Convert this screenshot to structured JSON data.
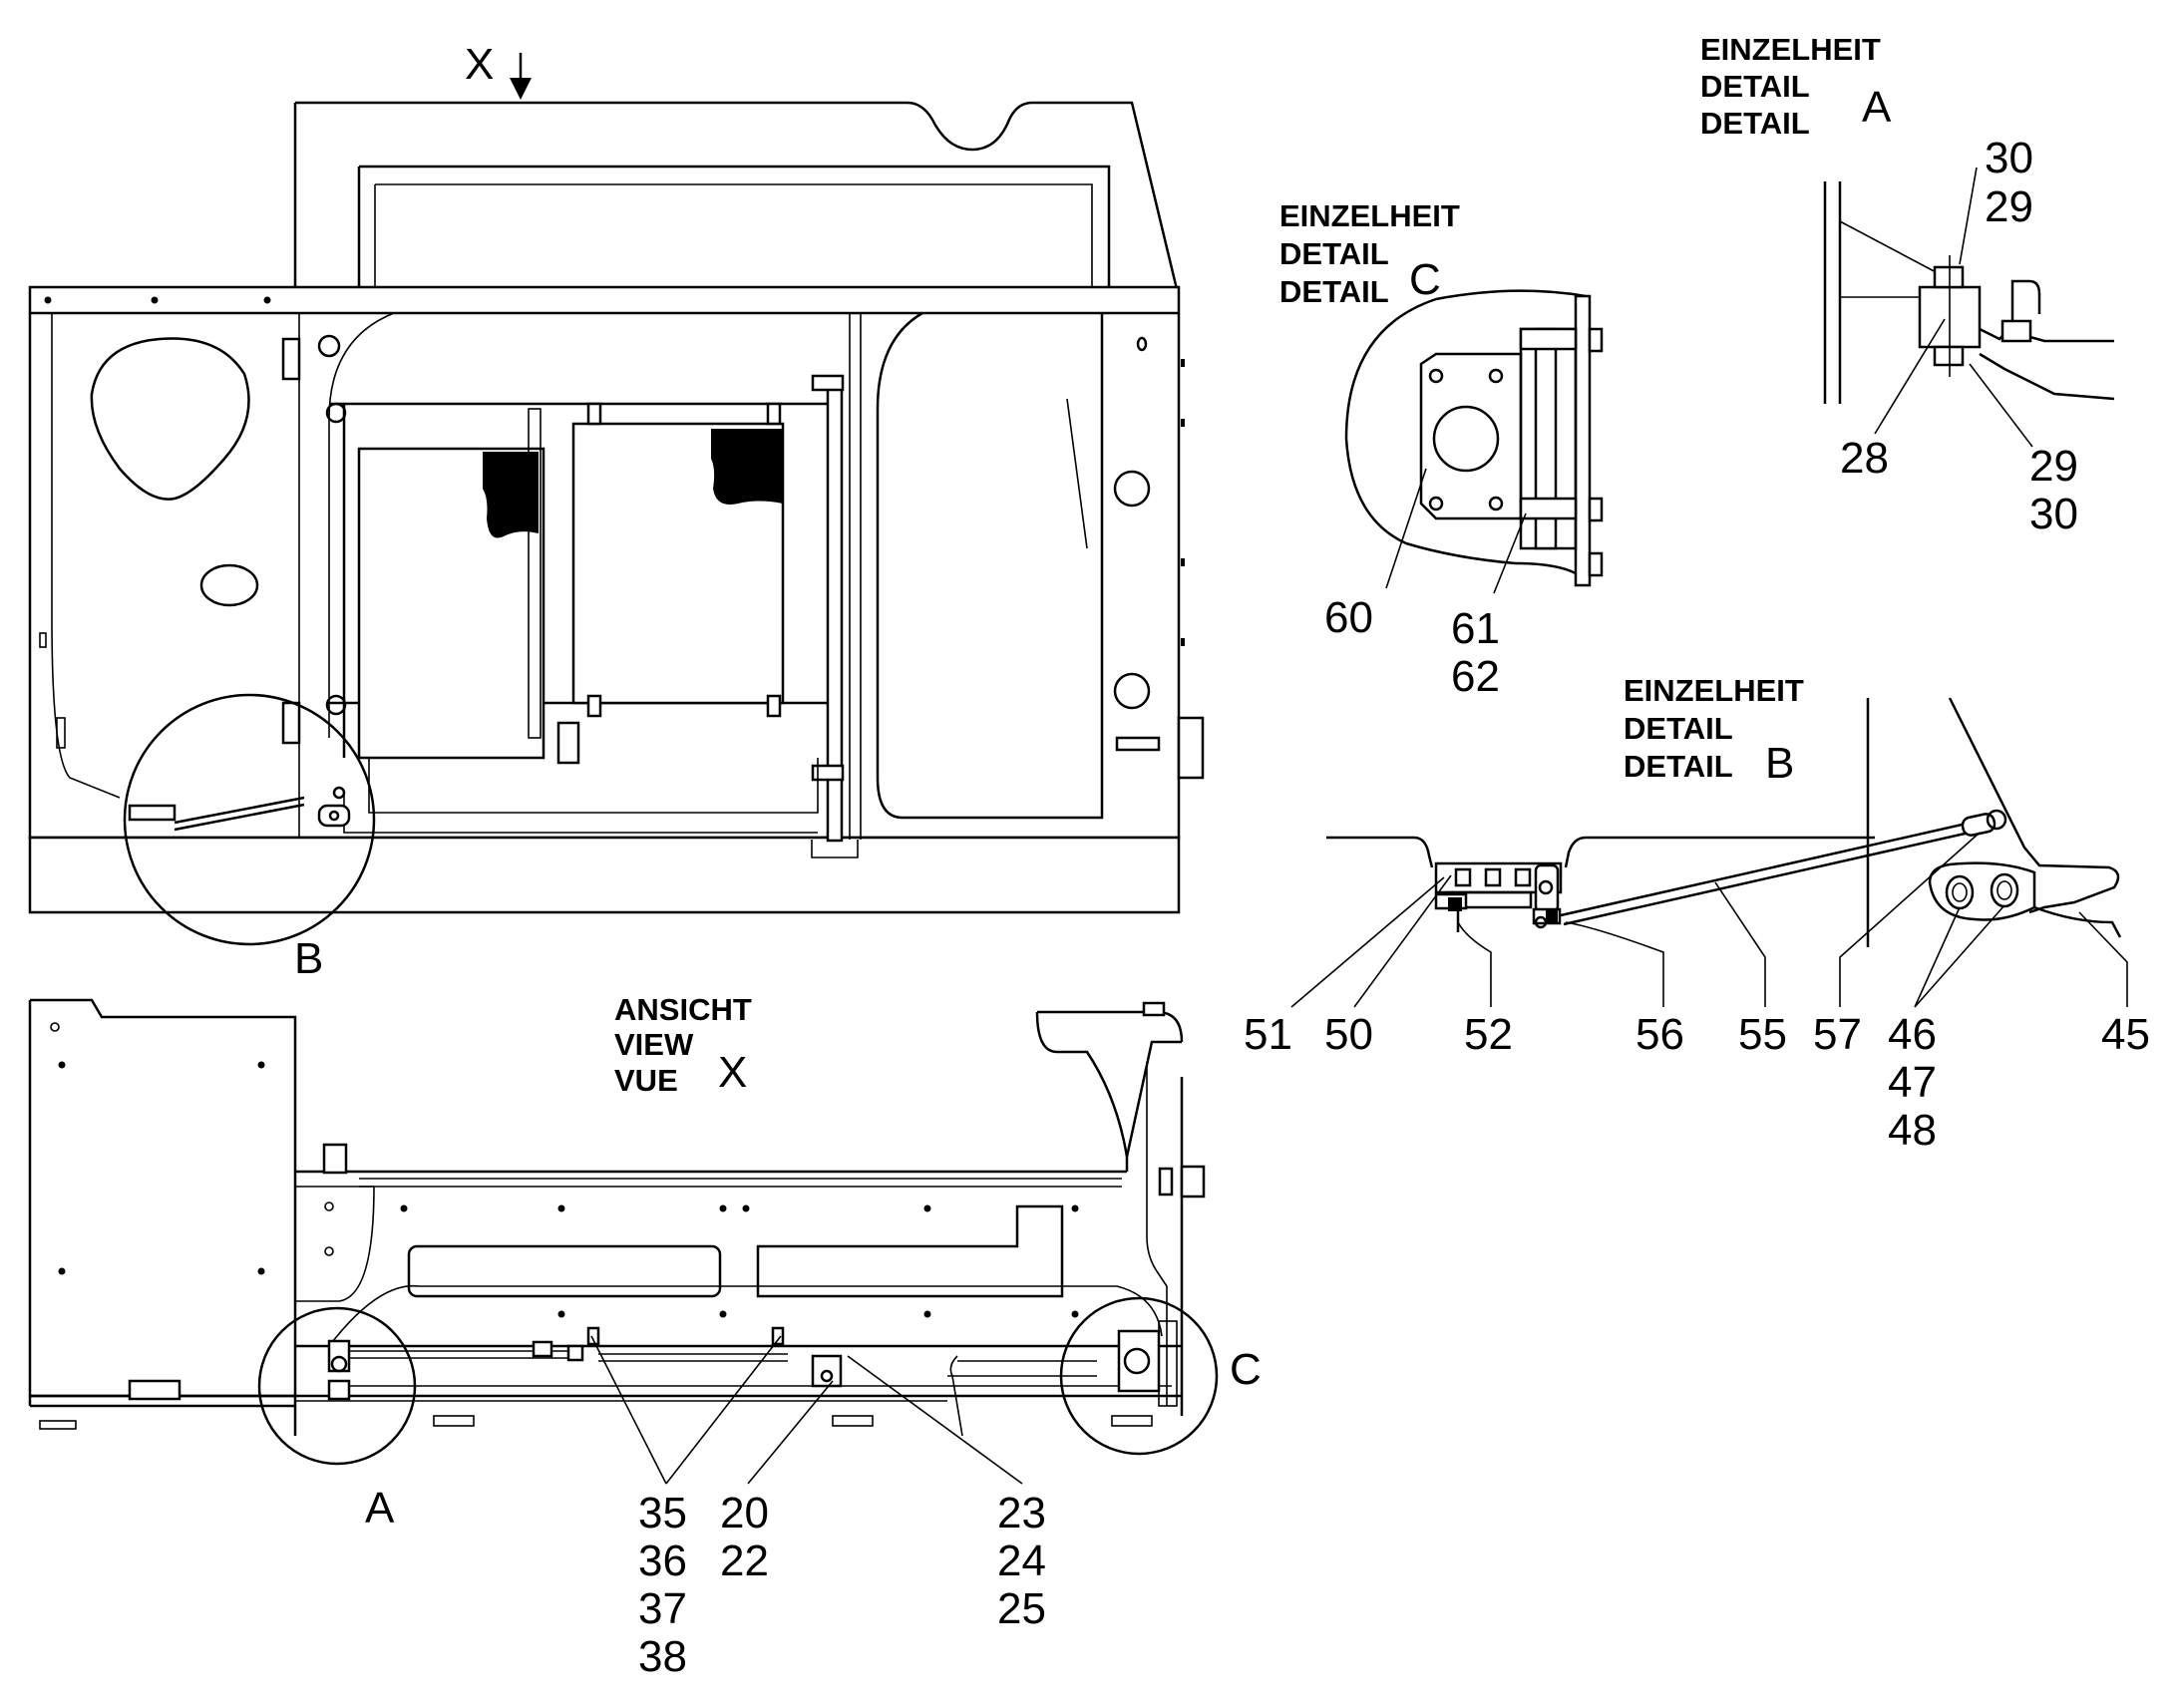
{
  "views": {
    "main": {
      "view_arrow_letter": "X",
      "circle_b_letter": "B"
    },
    "ansicht": {
      "line1": "ANSICHT",
      "line2": "VIEW",
      "line3": "VUE",
      "letter": "X",
      "circle_a_letter": "A",
      "circle_c_letter": "C"
    }
  },
  "detail_a": {
    "line1": "EINZELHEIT",
    "line2": "DETAIL",
    "line3": "DETAIL",
    "letter": "A"
  },
  "detail_b": {
    "line1": "EINZELHEIT",
    "line2": "DETAIL",
    "line3": "DETAIL",
    "letter": "B"
  },
  "detail_c": {
    "line1": "EINZELHEIT",
    "line2": "DETAIL",
    "line3": "DETAIL",
    "letter": "C"
  },
  "callouts": {
    "a_top": [
      "30",
      "29"
    ],
    "a_28": "28",
    "a_bottom": [
      "29",
      "30"
    ],
    "c_60": "60",
    "c_61_62": [
      "61",
      "62"
    ],
    "b_51": "51",
    "b_50": "50",
    "b_52": "52",
    "b_56": "56",
    "b_55": "55",
    "b_57": "57",
    "b_46_48": [
      "46",
      "47",
      "48"
    ],
    "b_45": "45",
    "x_35_38": [
      "35",
      "36",
      "37",
      "38"
    ],
    "x_20_22": [
      "20",
      "22"
    ],
    "x_23_25": [
      "23",
      "24",
      "25"
    ]
  }
}
